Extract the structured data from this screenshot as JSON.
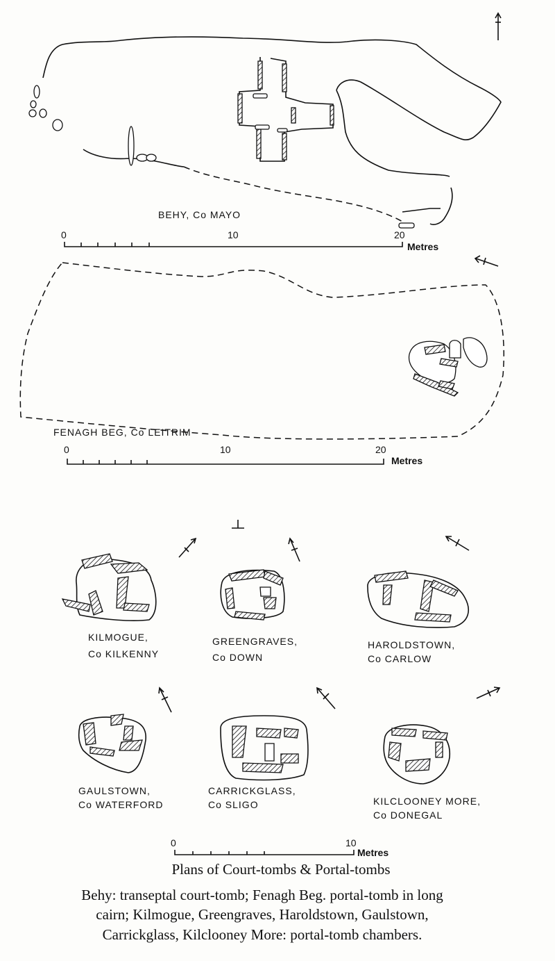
{
  "plans": {
    "behy": {
      "label": "BEHY, Co MAYO",
      "scale": {
        "ticks": [
          "0",
          "10",
          "20"
        ],
        "unit": "Metres"
      }
    },
    "fenagh_beg": {
      "label": "FENAGH BEG, Co LEITRIM",
      "scale": {
        "ticks": [
          "0",
          "10",
          "20"
        ],
        "unit": "Metres"
      }
    },
    "kilmogue": {
      "line1": "KILMOGUE,",
      "line2": "Co KILKENNY"
    },
    "greengraves": {
      "line1": "GREENGRAVES,",
      "line2": "Co DOWN"
    },
    "haroldstown": {
      "line1": "HAROLDSTOWN,",
      "line2": "Co CARLOW"
    },
    "gaulstown": {
      "line1": "GAULSTOWN,",
      "line2": "Co WATERFORD"
    },
    "carrickglass": {
      "line1": "CARRICKGLASS,",
      "line2": "Co SLIGO"
    },
    "kilclooney": {
      "line1": "KILCLOONEY MORE,",
      "line2": "Co DONEGAL"
    },
    "small_scale": {
      "ticks": [
        "0",
        "10"
      ],
      "unit": "Metres"
    }
  },
  "title": "Plans of Court-tombs & Portal-tombs",
  "caption": {
    "line1": "Behy: transeptal court-tomb; Fenagh Beg. portal-tomb in long",
    "line2": "cairn; Kilmogue, Greengraves, Haroldstown, Gaulstown,",
    "line3": "Carrickglass, Kilclooney More: portal-tomb chambers."
  }
}
